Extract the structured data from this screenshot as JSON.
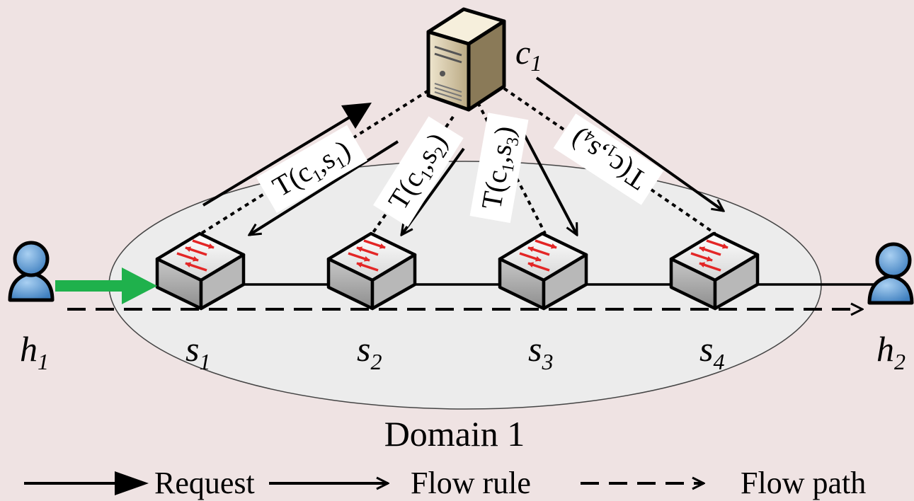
{
  "domain_label": "Domain 1",
  "controller": {
    "name": "c",
    "sub": "1"
  },
  "hosts": [
    {
      "name": "h",
      "sub": "1"
    },
    {
      "name": "h",
      "sub": "2"
    }
  ],
  "switches": [
    {
      "name": "s",
      "sub": "1"
    },
    {
      "name": "s",
      "sub": "2"
    },
    {
      "name": "s",
      "sub": "3"
    },
    {
      "name": "s",
      "sub": "4"
    }
  ],
  "delay_labels": [
    {
      "prefix": "T(c",
      "c_sub": "1",
      "mid": ",s",
      "s_sub": "1",
      "suffix": ")"
    },
    {
      "prefix": "T(c",
      "c_sub": "1",
      "mid": ",s",
      "s_sub": "2",
      "suffix": ")"
    },
    {
      "prefix": "T(c",
      "c_sub": "1",
      "mid": ",s",
      "s_sub": "3",
      "suffix": ")"
    },
    {
      "prefix": "T(c",
      "c_sub": "1",
      "mid": ",s",
      "s_sub": "4",
      "suffix": ")"
    }
  ],
  "legend": {
    "request": "Request",
    "flow_rule": "Flow rule",
    "flow_path": "Flow path"
  },
  "colors": {
    "background": "#efe3e3",
    "domain_fill": "#ececec",
    "host_blue": "#5b9bd5",
    "ingress_arrow": "#1fb14c",
    "switch_arrow": "#e32626",
    "server_body": "#d8c9a8"
  }
}
